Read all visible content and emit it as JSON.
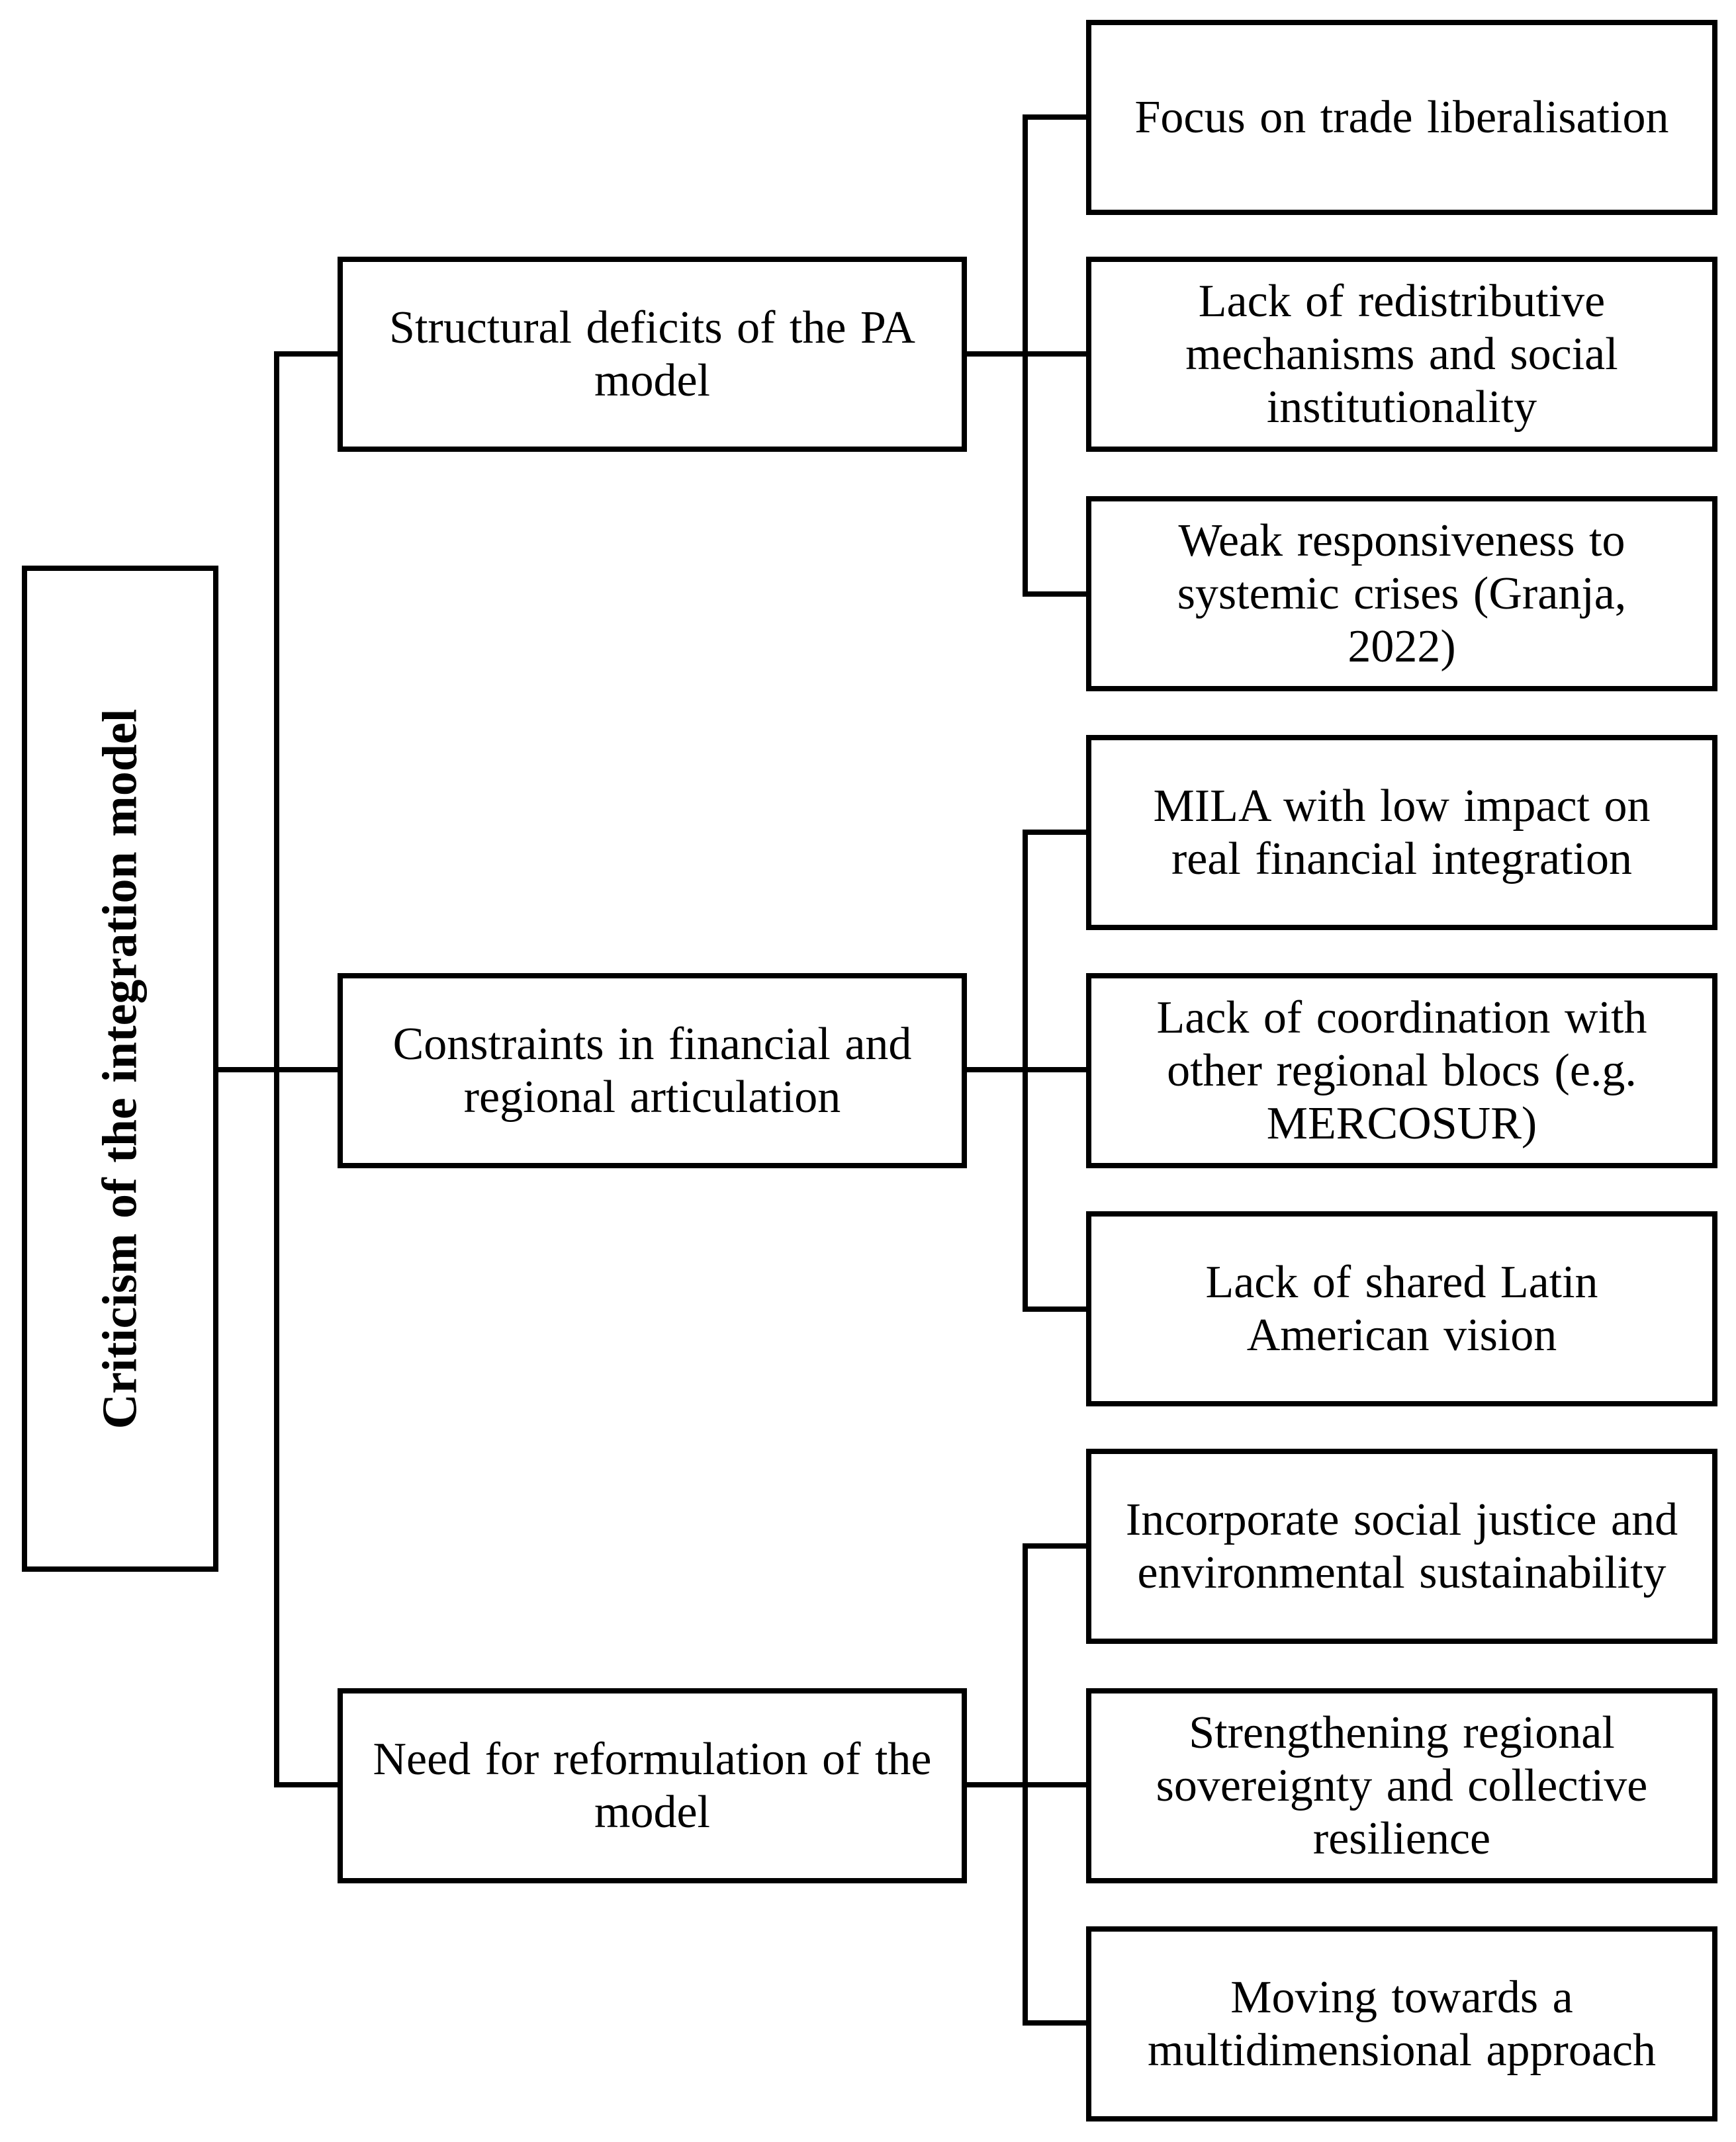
{
  "diagram": {
    "root": "Criticism of the integration model",
    "branches": [
      {
        "label": "Structural deficits of the PA model",
        "children": [
          "Focus on trade liberalisation",
          "Lack of redistributive mechanisms and social institutionality",
          "Weak responsiveness to systemic crises (Granja, 2022)"
        ]
      },
      {
        "label": "Constraints in financial and regional articulation",
        "children": [
          "MILA with low impact on real financial integration",
          "Lack of coordination with other regional blocs (e.g. MERCOSUR)",
          "Lack of shared Latin American vision"
        ]
      },
      {
        "label": "Need for reformulation of the model",
        "children": [
          "Incorporate social justice and environmental sustainability",
          "Strengthening regional sovereignty and collective resilience",
          "Moving towards a multidimensional approach"
        ]
      }
    ]
  }
}
